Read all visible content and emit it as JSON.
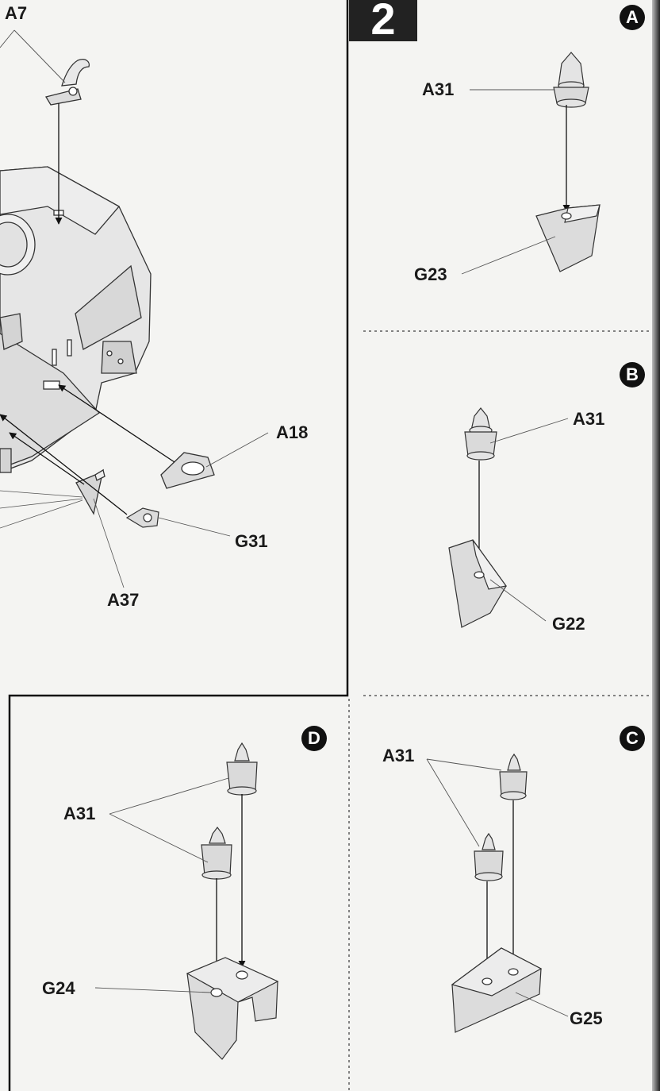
{
  "step_number": "2",
  "panels": {
    "main": {
      "labels": {
        "a7": "A7",
        "a18": "A18",
        "g31": "G31",
        "a37": "A37"
      }
    },
    "a": {
      "badge": "A",
      "labels": {
        "a31": "A31",
        "g23": "G23"
      }
    },
    "b": {
      "badge": "B",
      "labels": {
        "a31": "A31",
        "g22": "G22"
      }
    },
    "c": {
      "badge": "C",
      "labels": {
        "a31": "A31",
        "g25": "G25"
      }
    },
    "d": {
      "badge": "D",
      "labels": {
        "a31": "A31",
        "g24": "G24"
      }
    }
  },
  "colors": {
    "ink": "#1a1a1a",
    "part_fill": "#dcdcdc",
    "paper": "#f4f4f2"
  }
}
